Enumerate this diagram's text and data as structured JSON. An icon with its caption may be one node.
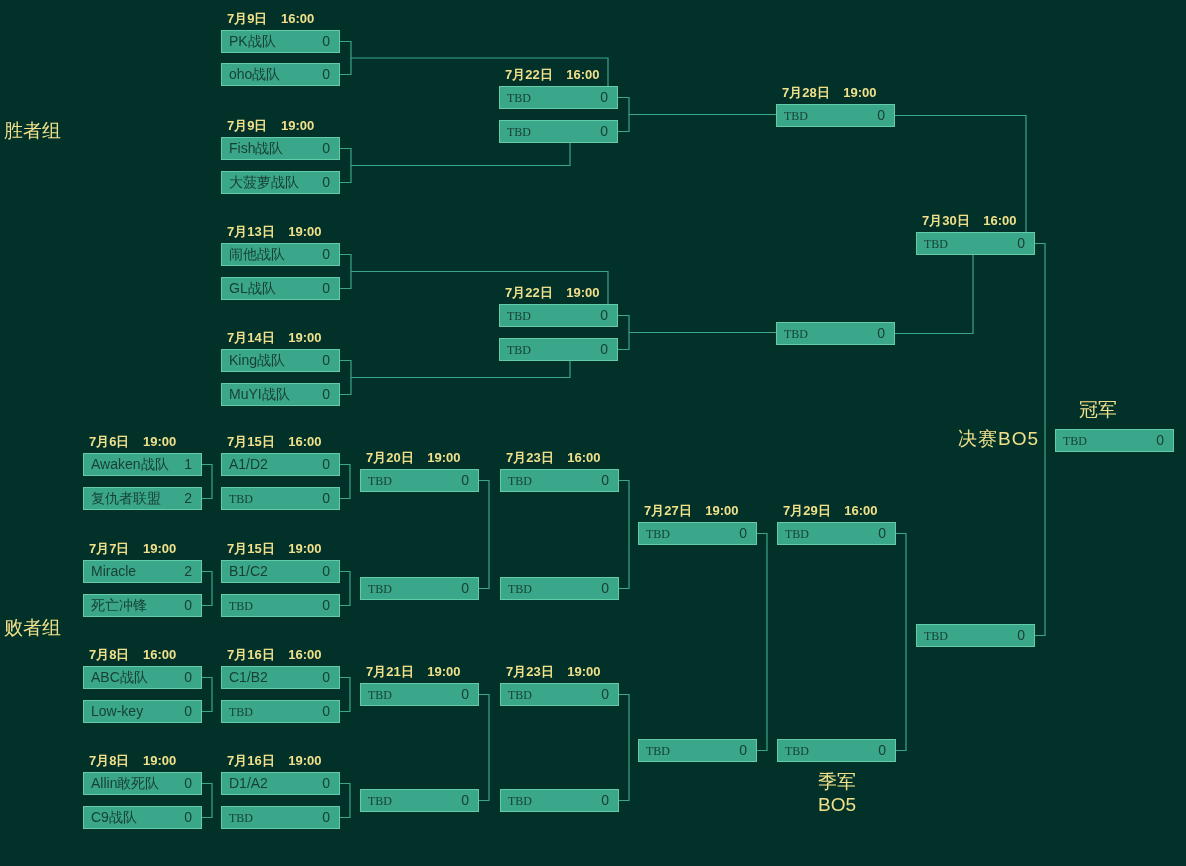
{
  "diagram": {
    "nodes": [
      {
        "text": [
          "PK战队",
          "0"
        ],
        "beside": [
          "7月9日 16:00"
        ]
      },
      {
        "text": [
          "oho战队",
          "0"
        ]
      },
      {
        "text": [
          "Fish战队",
          "0"
        ],
        "beside": [
          "7月9日 19:00"
        ]
      },
      {
        "text": [
          "大菠萝战队",
          "0"
        ]
      },
      {
        "text": [
          "闹他战队",
          "0"
        ],
        "beside": [
          "7月13日 19:00"
        ]
      },
      {
        "text": [
          "GL战队",
          "0"
        ]
      },
      {
        "text": [
          "King战队",
          "0"
        ],
        "beside": [
          "7月14日 19:00"
        ]
      },
      {
        "text": [
          "MuYI战队",
          "0"
        ]
      },
      {
        "text": [
          "TBD",
          "0"
        ],
        "beside": [
          "7月22日 16:00"
        ]
      },
      {
        "text": [
          "TBD",
          "0"
        ]
      },
      {
        "text": [
          "TBD",
          "0"
        ],
        "beside": [
          "7月22日 19:00"
        ]
      },
      {
        "text": [
          "TBD",
          "0"
        ]
      },
      {
        "text": [
          "TBD",
          "0"
        ],
        "beside": [
          "7月28日 19:00"
        ]
      },
      {
        "text": [
          "TBD",
          "0"
        ]
      },
      {
        "text": [
          "TBD",
          "0"
        ],
        "beside": [
          "7月30日 16:00"
        ]
      },
      {
        "text": [
          "Awaken战队",
          "1"
        ],
        "beside": [
          "7月6日 19:00"
        ]
      },
      {
        "text": [
          "复仇者联盟",
          "2"
        ]
      },
      {
        "text": [
          "Miracle",
          "2"
        ],
        "beside": [
          "7月7日 19:00"
        ]
      },
      {
        "text": [
          "死亡冲锋",
          "0"
        ]
      },
      {
        "text": [
          "ABC战队",
          "0"
        ],
        "beside": [
          "7月8日 16:00"
        ]
      },
      {
        "text": [
          "Low-key",
          "0"
        ]
      },
      {
        "text": [
          "Allin敢死队",
          "0"
        ],
        "beside": [
          "7月8日 19:00"
        ]
      },
      {
        "text": [
          "C9战队",
          "0"
        ]
      },
      {
        "text": [
          "A1/D2",
          "0"
        ],
        "beside": [
          "7月15日 16:00"
        ]
      },
      {
        "text": [
          "TBD",
          "0"
        ]
      },
      {
        "text": [
          "B1/C2",
          "0"
        ],
        "beside": [
          "7月15日 19:00"
        ]
      },
      {
        "text": [
          "TBD",
          "0"
        ]
      },
      {
        "text": [
          "C1/B2",
          "0"
        ],
        "beside": [
          "7月16日 16:00"
        ]
      },
      {
        "text": [
          "TBD",
          "0"
        ]
      },
      {
        "text": [
          "D1/A2",
          "0"
        ],
        "beside": [
          "7月16日 19:00"
        ]
      },
      {
        "text": [
          "TBD",
          "0"
        ]
      },
      {
        "text": [
          "TBD",
          "0"
        ],
        "beside": [
          "7月20日 19:00"
        ]
      },
      {
        "text": [
          "TBD",
          "0"
        ]
      },
      {
        "text": [
          "TBD",
          "0"
        ],
        "beside": [
          "7月21日 19:00"
        ]
      },
      {
        "text": [
          "TBD",
          "0"
        ]
      },
      {
        "text": [
          "TBD",
          "0"
        ],
        "beside": [
          "7月23日 16:00"
        ]
      },
      {
        "text": [
          "TBD",
          "0"
        ]
      },
      {
        "text": [
          "TBD",
          "0"
        ],
        "beside": [
          "7月23日 19:00"
        ]
      },
      {
        "text": [
          "TBD",
          "0"
        ]
      },
      {
        "text": [
          "TBD",
          "0"
        ],
        "beside": [
          "7月27日 19:00"
        ]
      },
      {
        "text": [
          "TBD",
          "0"
        ]
      },
      {
        "text": [
          "TBD",
          "0"
        ],
        "beside": [
          "7月29日 16:00"
        ]
      },
      {
        "text": [
          "TBD",
          "0"
        ]
      },
      {
        "text": [
          "TBD",
          "0"
        ]
      },
      {
        "text": [
          "TBD",
          "0"
        ],
        "beside": [
          "冠军"
        ]
      }
    ],
    "edges": [
      {
        "from": 0,
        "to": 8,
        "arrow": "none"
      },
      {
        "from": 1,
        "to": 8,
        "arrow": "none"
      },
      {
        "from": 2,
        "to": 9,
        "arrow": "none"
      },
      {
        "from": 3,
        "to": 9,
        "arrow": "none"
      },
      {
        "from": 4,
        "to": 10,
        "arrow": "none"
      },
      {
        "from": 5,
        "to": 10,
        "arrow": "none"
      },
      {
        "from": 6,
        "to": 11,
        "arrow": "none"
      },
      {
        "from": 7,
        "to": 11,
        "arrow": "none"
      },
      {
        "from": 8,
        "to": 12,
        "arrow": "none"
      },
      {
        "from": 9,
        "to": 12,
        "arrow": "none"
      },
      {
        "from": 10,
        "to": 13,
        "arrow": "none"
      },
      {
        "from": 11,
        "to": 13,
        "arrow": "none"
      },
      {
        "from": 12,
        "to": 14,
        "arrow": "none"
      },
      {
        "from": 13,
        "to": 14,
        "arrow": "none"
      },
      {
        "from": 14,
        "to": 43,
        "arrow": "none"
      },
      {
        "from": 15,
        "to": 16,
        "arrow": "none"
      },
      {
        "from": 17,
        "to": 18,
        "arrow": "none"
      },
      {
        "from": 19,
        "to": 20,
        "arrow": "none"
      },
      {
        "from": 21,
        "to": 22,
        "arrow": "none"
      },
      {
        "from": 23,
        "to": 24,
        "arrow": "none"
      },
      {
        "from": 25,
        "to": 26,
        "arrow": "none"
      },
      {
        "from": 27,
        "to": 28,
        "arrow": "none"
      },
      {
        "from": 29,
        "to": 30,
        "arrow": "none"
      },
      {
        "from": 31,
        "to": 32,
        "arrow": "none"
      },
      {
        "from": 33,
        "to": 34,
        "arrow": "none"
      },
      {
        "from": 35,
        "to": 36,
        "arrow": "none"
      },
      {
        "from": 37,
        "to": 38,
        "arrow": "none"
      },
      {
        "from": 39,
        "to": 40,
        "arrow": "none"
      },
      {
        "from": 41,
        "to": 42,
        "arrow": "none"
      }
    ],
    "labels": [
      "胜者组",
      "败者组",
      "决赛BO5",
      "季军 BO5"
    ]
  }
}
